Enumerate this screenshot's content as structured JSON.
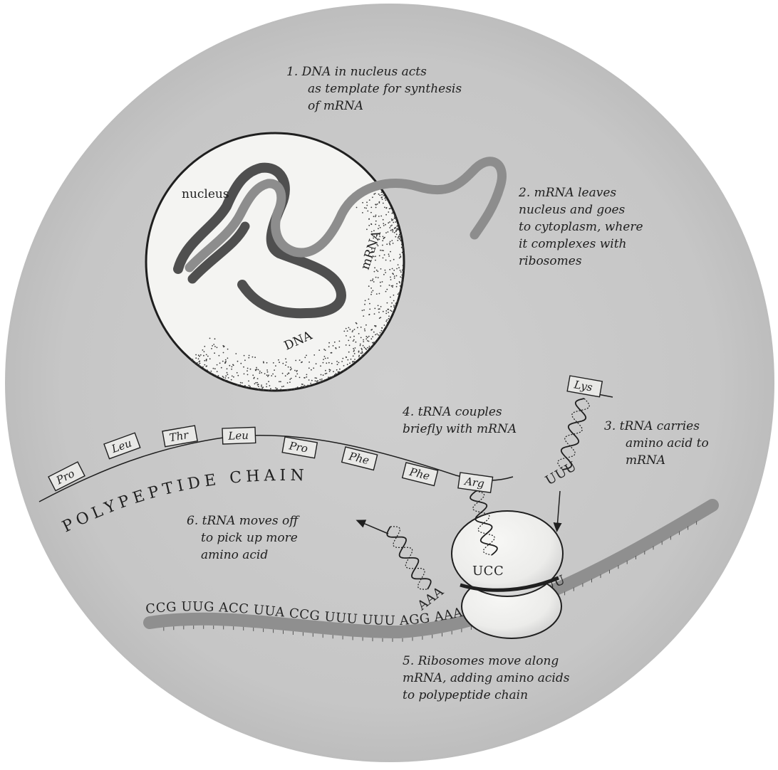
{
  "diagram": {
    "captions": {
      "step1": [
        "1.  DNA in nucleus acts",
        "as template for synthesis",
        "of mRNA"
      ],
      "step2": [
        "2.  mRNA leaves",
        "nucleus and goes",
        "to cytoplasm, where",
        "it complexes with",
        "ribosomes"
      ],
      "step3": [
        "3.  tRNA carries",
        "amino acid to",
        "mRNA"
      ],
      "step4": [
        "4.  tRNA couples",
        "briefly with mRNA"
      ],
      "step5": [
        "5.  Ribosomes move along",
        "mRNA, adding amino acids",
        "to polypeptide chain"
      ],
      "step6": [
        "6.  tRNA moves off",
        "to pick up more",
        "amino acid"
      ]
    },
    "labels": {
      "nucleus": "nucleus",
      "mrna": "mRNA",
      "dna": "DNA",
      "polypeptide_chain": "POLYPEPTIDE CHAIN"
    },
    "amino_acids": [
      "Pro",
      "Leu",
      "Thr",
      "Leu",
      "Pro",
      "Phe",
      "Phe",
      "Arg"
    ],
    "incoming_trna": {
      "amino_acid": "Lys",
      "anticodon": "UUU"
    },
    "bound_trna": {
      "anticodon": "UCC"
    },
    "departing_trna": {
      "anticodon": "AAA"
    },
    "mrna_codons": "CCG  UUG  ACC  UUA  CCG UUU UUU AGG  AAA  ACC UUA UUU",
    "colors": {
      "disc": "#c9c9c9",
      "dna_strand": "#4f4f4f",
      "mrna_strand": "#8d8d8d",
      "nucleus_fill": "#f4f4f2",
      "ink": "#1f1f1f"
    }
  }
}
